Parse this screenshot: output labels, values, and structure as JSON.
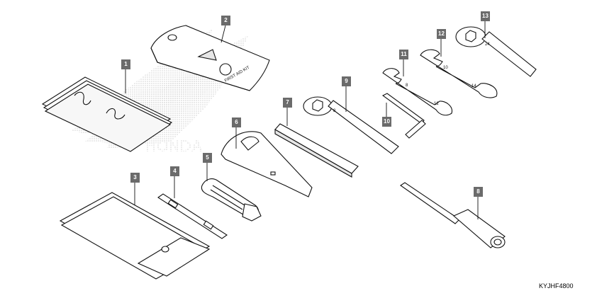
{
  "callouts": [
    "1",
    "2",
    "3",
    "4",
    "5",
    "6",
    "7",
    "8",
    "9",
    "10",
    "11",
    "12",
    "13"
  ],
  "pouch_text": "FIRST AID KIT",
  "wrench_12_marks": [
    "10",
    "14"
  ],
  "wrench_11_marks": [
    "8",
    "12"
  ],
  "wrench_13_mark": "24",
  "spanner_9_mark": "8",
  "watermark": "HONDA",
  "drawing_code": "KYJHF4800"
}
